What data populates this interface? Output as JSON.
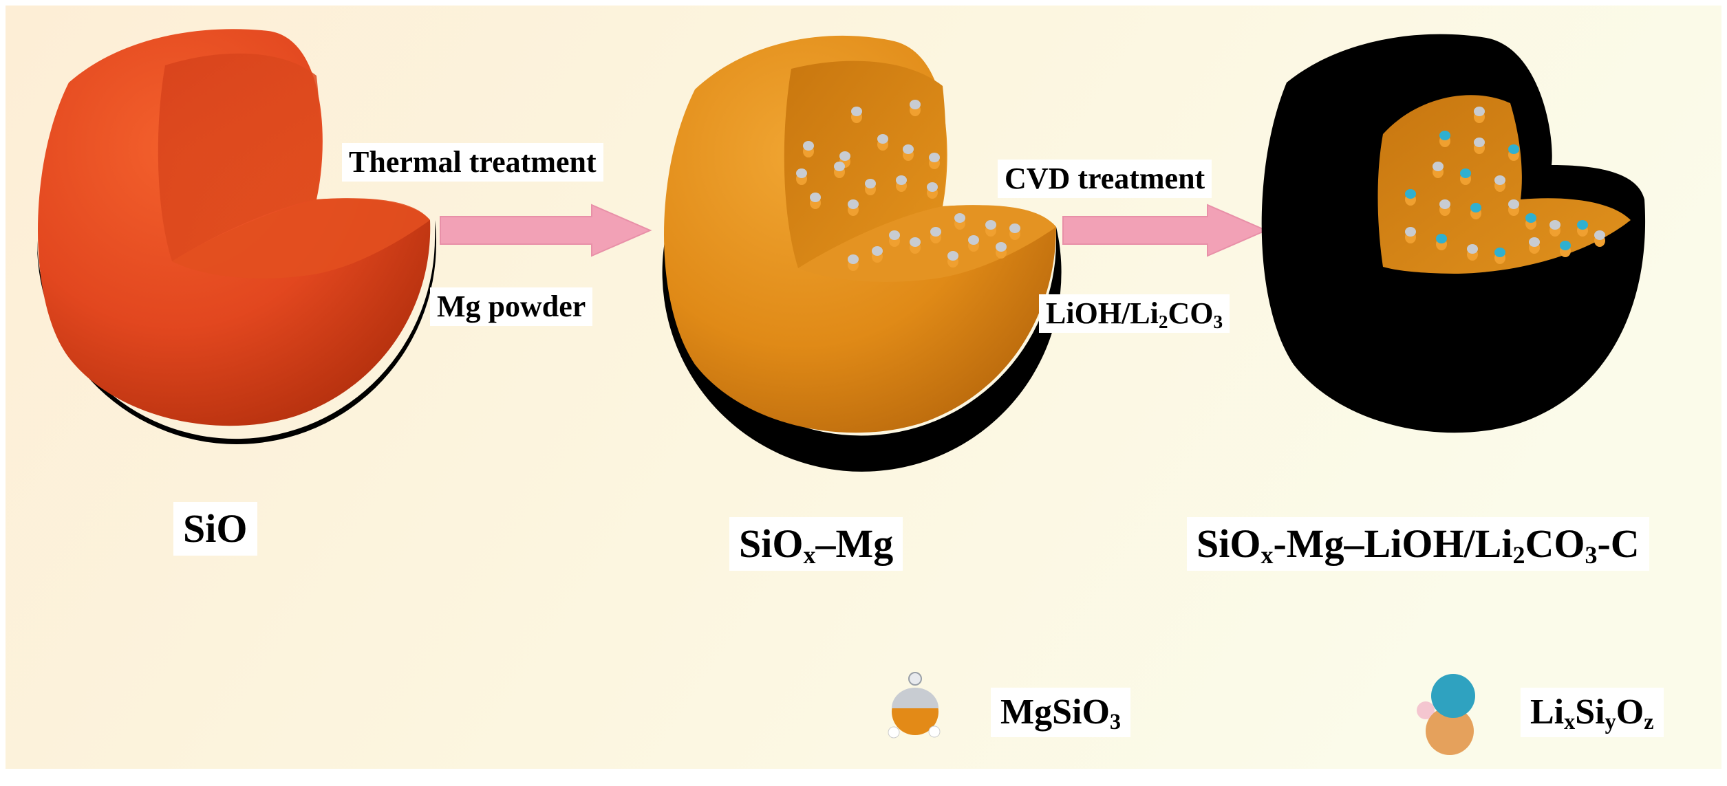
{
  "colors": {
    "background_left": "#fdf0d8",
    "background_right": "#fbfbe8",
    "sio_sphere": "#e2471f",
    "siox_mg_sphere": "#e38a17",
    "carbon_shell": "#000000",
    "arrow": "#f2a1b6",
    "mgsio3_cap": "#c8ccd2",
    "lixsiyoz_blue": "#2fa2c0",
    "lixsiyoz_pink": "#f4c6d0"
  },
  "steps": {
    "step1_top": "Thermal treatment",
    "step1_bottom": "Mg powder",
    "step2_top": "CVD treatment",
    "step2_bottom_pre": "LiOH/Li",
    "step2_bottom_sub": "2",
    "step2_bottom_mid": "CO",
    "step2_bottom_sub2": "3"
  },
  "products": {
    "p1": "SiO",
    "p2_pre": "SiO",
    "p2_sub": "x",
    "p2_post": "–Mg",
    "p3_pre": "SiO",
    "p3_sub": "x",
    "p3_mid": "-Mg–LiOH/Li",
    "p3_sub2": "2",
    "p3_mid2": "CO",
    "p3_sub3": "3",
    "p3_post": "-C"
  },
  "legend": {
    "item1_pre": "MgSiO",
    "item1_sub": "3",
    "item1_icon": "mgsio3-particle-icon",
    "item2_a": "Li",
    "item2_a_sub": "x",
    "item2_b": "Si",
    "item2_b_sub": "y",
    "item2_c": "O",
    "item2_c_sub": "z",
    "item2_icon": "lixsiyoz-particle-icon"
  }
}
